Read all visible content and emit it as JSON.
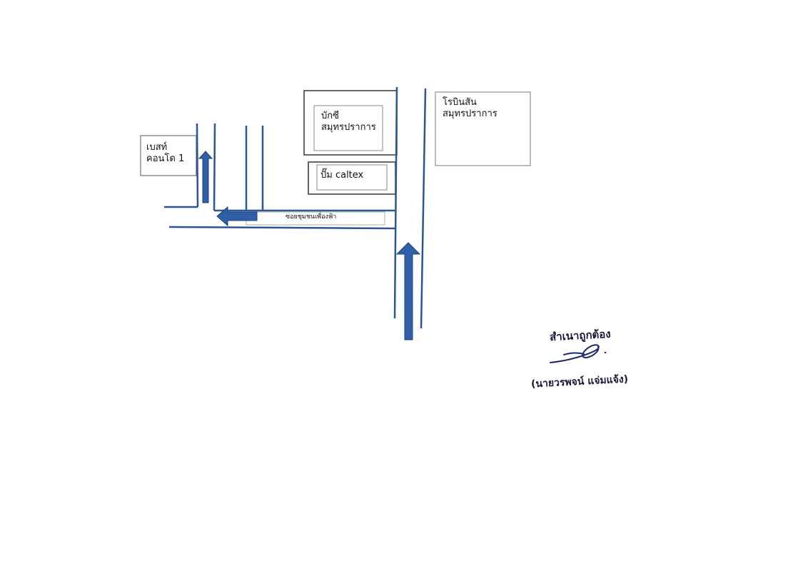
{
  "map": {
    "landmarks": {
      "best_condo": {
        "line1": "เบสท์",
        "line2": "คอนโด 1"
      },
      "bigc": {
        "line1": "บักซี",
        "line2": "สมุทรปราการ"
      },
      "robinson": {
        "line1": "โรบินสัน",
        "line2": "สมุทรปราการ"
      },
      "caltex": {
        "label": "ปั๊ม caltex"
      }
    },
    "road_label": "ซอยชุมชนเพื่องฟ้า",
    "colors": {
      "road": "#2b5597",
      "arrow": "#2e5fa7",
      "arrow_edge": "#1f3f7a",
      "box_border": "#555555"
    }
  },
  "certification": {
    "title": "สำเนาถูกต้อง",
    "name": "(นายวรพจน์ แจ่มแจ้ง)",
    "signature_color": "#1f2a6e"
  }
}
